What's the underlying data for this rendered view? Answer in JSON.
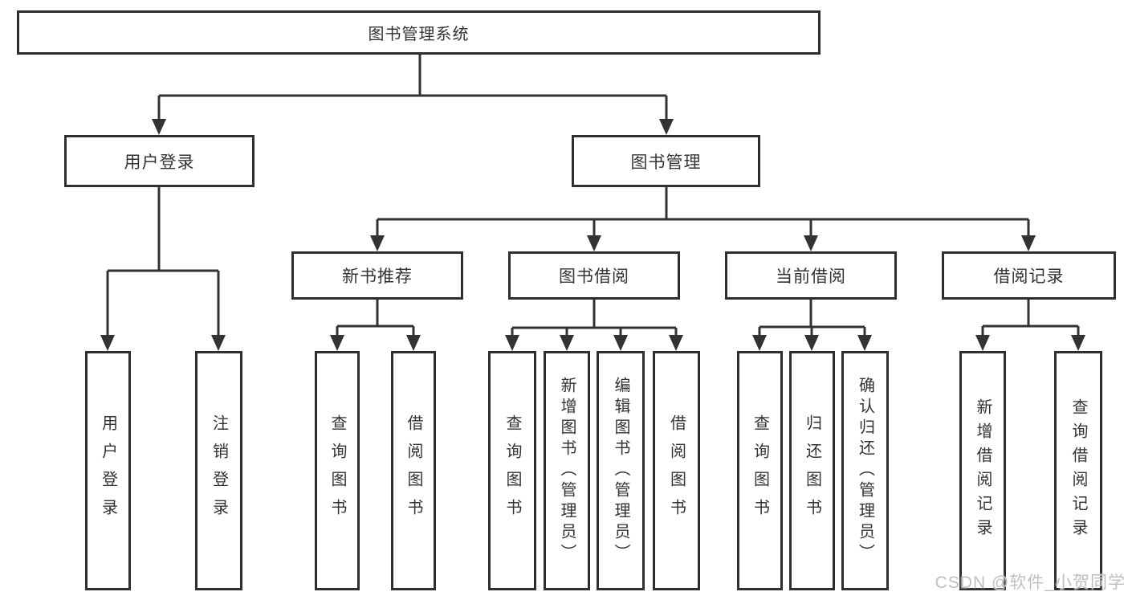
{
  "tree": {
    "root": {
      "label": "图书管理系统"
    },
    "level2": [
      {
        "label": "用户登录",
        "children": [
          {
            "label": "用户登录"
          },
          {
            "label": "注销登录"
          }
        ]
      },
      {
        "label": "图书管理",
        "children": [
          {
            "label": "新书推荐",
            "children": [
              {
                "label": "查询图书"
              },
              {
                "label": "借阅图书"
              }
            ]
          },
          {
            "label": "图书借阅",
            "children": [
              {
                "label": "查询图书"
              },
              {
                "label": "新增图书（管理员）"
              },
              {
                "label": "编辑图书（管理员）"
              },
              {
                "label": "借阅图书"
              }
            ]
          },
          {
            "label": "当前借阅",
            "children": [
              {
                "label": "查询图书"
              },
              {
                "label": "归还图书"
              },
              {
                "label": "确认归还（管理员）"
              }
            ]
          },
          {
            "label": "借阅记录",
            "children": [
              {
                "label": "新增借阅记录"
              },
              {
                "label": "查询借阅记录"
              }
            ]
          }
        ]
      }
    ]
  },
  "watermark": "CSDN @软件_小贺同学"
}
